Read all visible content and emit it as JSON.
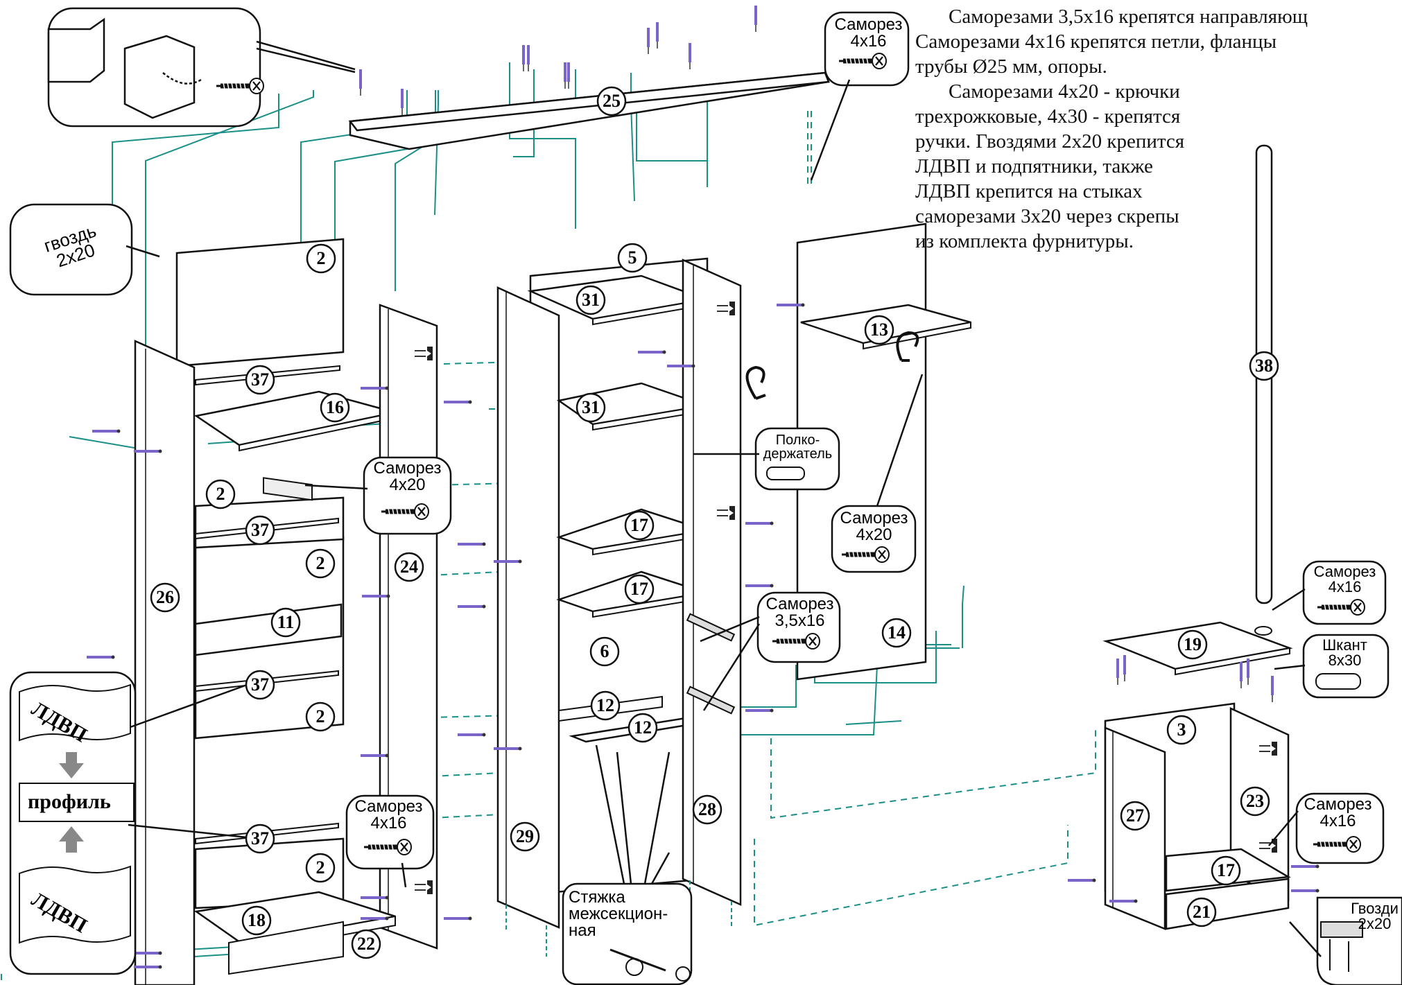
{
  "notes": {
    "p1": "Саморезами 3,5х16 крепятся направляющ",
    "p1b": "Саморезами 4х16 крепятся петли, фланцы",
    "p1c": "трубы Ø25 мм, опоры.",
    "p2a": "Саморезами 4х20 - крючки",
    "p2b": "трехрожковые, 4х30 - крепятся",
    "p2c": "ручки. Гвоздями 2х20 крепится",
    "p2d": "ЛДВП и подпятники, также",
    "p2e": "ЛДВП крепится на стыках",
    "p2f": "саморезами 3х20 через скрепы",
    "p2g": "из комплекта фурнитуры."
  },
  "parts": {
    "p25": "25",
    "p2a": "2",
    "p2b": "2",
    "p2c": "2",
    "p2d": "2",
    "p2e": "2",
    "p37a": "37",
    "p37b": "37",
    "p37c": "37",
    "p37d": "37",
    "p16": "16",
    "p26": "26",
    "p11": "11",
    "p24": "24",
    "p18": "18",
    "p22": "22",
    "p5": "5",
    "p31a": "31",
    "p31b": "31",
    "p17a": "17",
    "p17b": "17",
    "p6": "6",
    "p12a": "12",
    "p12b": "12",
    "p29": "29",
    "p28": "28",
    "p13": "13",
    "p14": "14",
    "p38": "38",
    "p19": "19",
    "p3": "3",
    "p27": "27",
    "p23": "23",
    "p17c": "17",
    "p21": "21"
  },
  "callouts": {
    "screw_4x16_top": [
      "Саморез",
      "4х16"
    ],
    "nail_2x20": [
      "гвоздь",
      "2х20"
    ],
    "screw_4x20_left": [
      "Саморез",
      "4х20"
    ],
    "shelf_holder": [
      "Полко-",
      "держатель"
    ],
    "screw_4x20_right": [
      "Саморез",
      "4х20"
    ],
    "screw_35x16": [
      "Саморез",
      "3,5х16"
    ],
    "screw_4x16_left": [
      "Саморез",
      "4х16"
    ],
    "coupler": [
      "Стяжка",
      "межсекцион-",
      "ная"
    ],
    "screw_4x16_small": [
      "Саморез",
      "4х16"
    ],
    "dowel_8x30": [
      "Шкант",
      "8х30"
    ],
    "screw_4x16_cab": [
      "Саморез",
      "4х16"
    ],
    "nails_2x20": [
      "Гвозди",
      "2х20"
    ]
  },
  "ldvp_inset": {
    "top": "ЛДВП",
    "middle": "профиль",
    "bottom": "ЛДВП"
  },
  "colors": {
    "teal": "#1a8f86",
    "purple": "#7a63c9",
    "outline": "#111111"
  }
}
